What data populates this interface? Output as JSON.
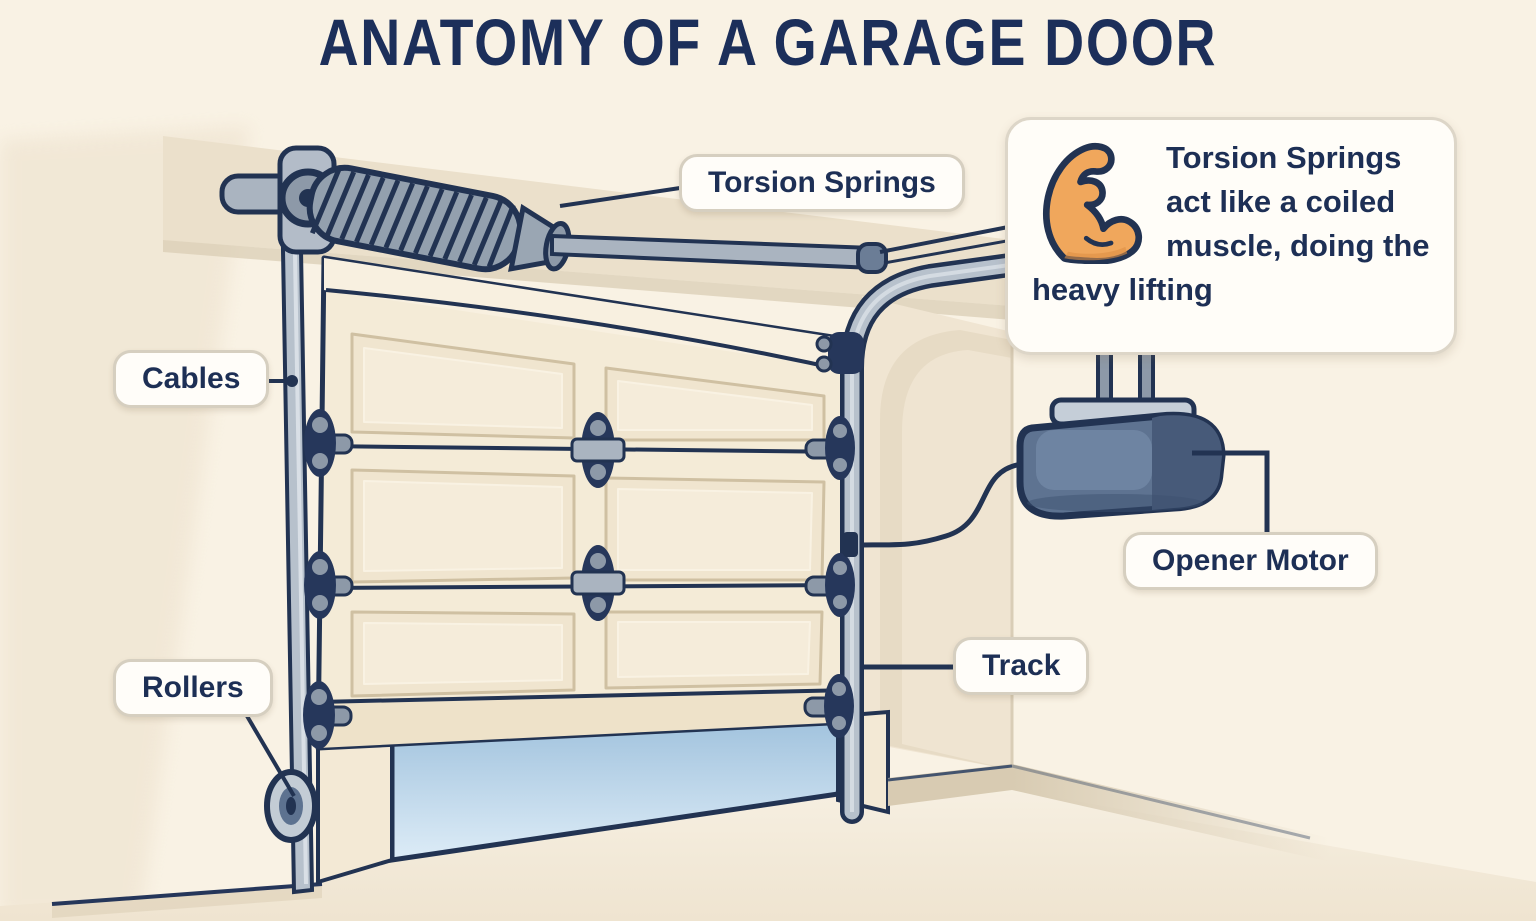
{
  "title": "ANATOMY OF A GARAGE DOOR",
  "labels": {
    "torsion_springs": "Torsion Springs",
    "cables": "Cables",
    "rollers": "Rollers",
    "track": "Track",
    "opener_motor": "Opener Motor"
  },
  "callout": {
    "icon": "flexed-biceps-icon",
    "title": "Torsion Springs",
    "body": "act like a coiled muscle, doing the heavy lifting"
  },
  "palette": {
    "background": "#f9f2e4",
    "ink_navy": "#223352",
    "title_navy": "#1c2f5a",
    "door_face": "#f4ebd7",
    "panel_edge": "#cfc0a2",
    "track_gray": "#b7c1cc",
    "motor_blue": "#5e7391",
    "sky_blue": "#a5c5df",
    "muscle_orange": "#f0a75c",
    "header_beige": "#ebe0cb"
  }
}
